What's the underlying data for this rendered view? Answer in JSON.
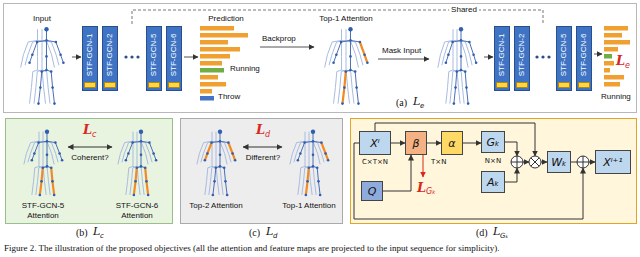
{
  "diagram": {
    "caption": "Figure 2. The illustration of the proposed objectives (all the attention and feature maps are projected to the input sequence for simplicity).",
    "nodes": [
      {
        "text": [
          "(a)"
        ]
      },
      {
        "text": [
          "STF-GCN-1"
        ],
        "in": 0
      },
      {
        "text": [
          "STF-GCN-2"
        ],
        "in": 0
      },
      {
        "text": [
          "STF-GCN-5"
        ],
        "in": 0
      },
      {
        "text": [
          "STF-GCN-6"
        ],
        "in": 0
      },
      {
        "text": [
          "STF-GCN-1"
        ],
        "in": 0
      },
      {
        "text": [
          "STF-GCN-2"
        ],
        "in": 0
      },
      {
        "text": [
          "STF-GCN-5"
        ],
        "in": 0
      },
      {
        "text": [
          "STF-GCN-6"
        ],
        "in": 0
      },
      {
        "text": [
          "(b)"
        ]
      },
      {
        "text": [
          "(c)"
        ]
      },
      {
        "text": [
          "(d)"
        ]
      },
      {
        "text": [
          "Xˡ"
        ],
        "in": 11
      },
      {
        "text": [
          "β"
        ],
        "in": 11
      },
      {
        "text": [
          "α"
        ],
        "in": 11
      },
      {
        "text": [
          "Q"
        ],
        "in": 11
      },
      {
        "text": [
          "Gₖ"
        ],
        "in": 11
      },
      {
        "text": [
          "Aₖ"
        ],
        "in": 11
      },
      {
        "text": [
          "Wₖ"
        ],
        "in": 11
      },
      {
        "text": [
          "Xˡ⁺¹"
        ],
        "in": 11
      }
    ],
    "edges": [
      {
        "from": 12,
        "to": 13,
        "arrow": "to"
      },
      {
        "from": 15,
        "to": 13,
        "arrow": "to"
      },
      {
        "from": 13,
        "to": 14,
        "arrow": "to"
      },
      {
        "from": 14,
        "to": 16,
        "arrow": "to"
      },
      {
        "from": 18,
        "to": 19,
        "arrow": "to"
      }
    ],
    "labels": [
      "Input",
      "Shared",
      "Prediction",
      "Running",
      "Throw",
      "Backprop",
      "Top-1 Attention",
      "Mask Input",
      "L",
      "e",
      "L",
      "e",
      "Running",
      "L",
      "c",
      "Coherent?",
      "STF-GCN-5 Attention",
      "STF-GCN-6 Attention",
      "L",
      "c",
      "L",
      "d",
      "Different?",
      "Top-2 Attention",
      "Top-1 Attention",
      "L",
      "d",
      "C×T×N",
      "T×N",
      "N×N",
      "L",
      "Gₖ",
      "L",
      "Gₖ"
    ]
  }
}
